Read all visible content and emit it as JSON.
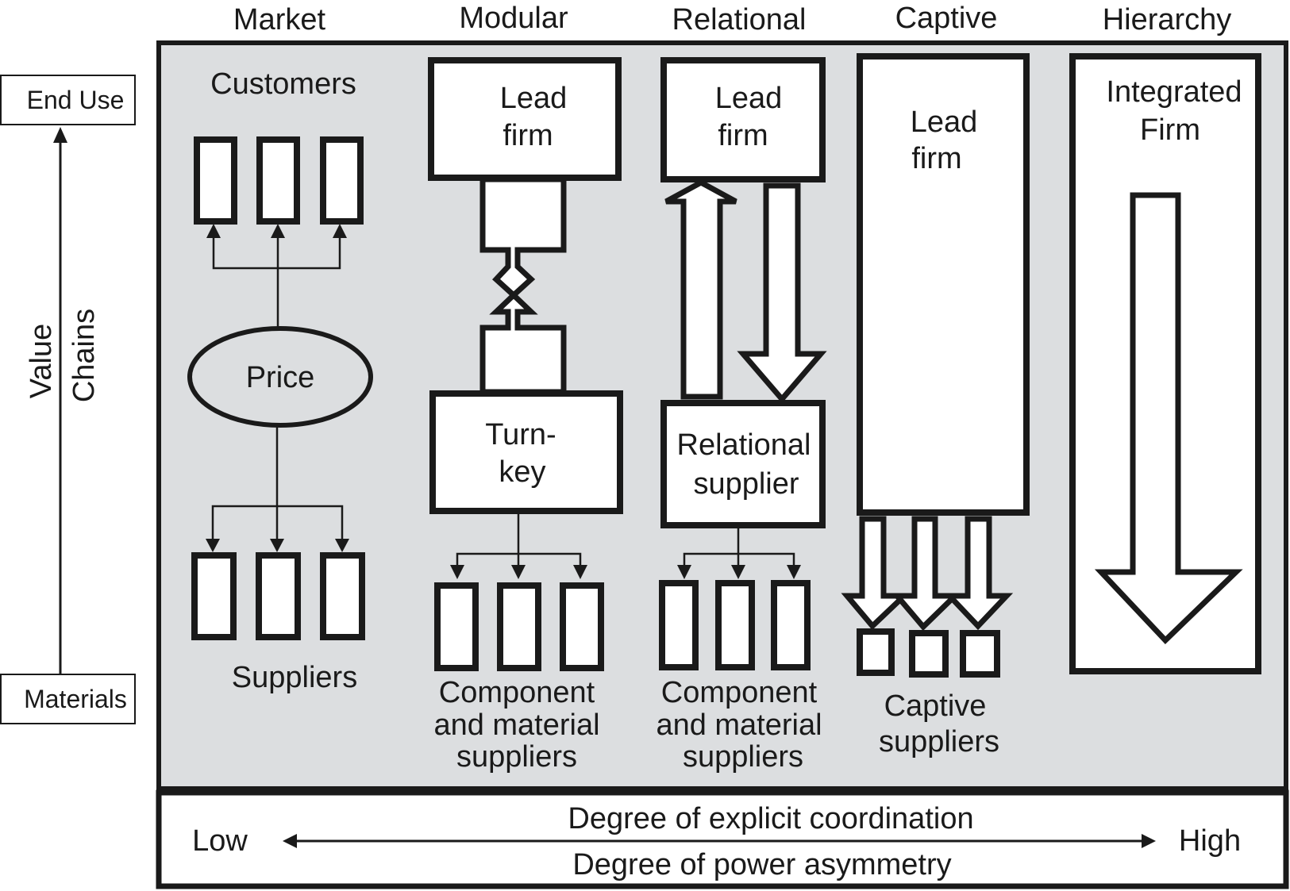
{
  "headers": {
    "market": "Market",
    "modular": "Modular",
    "relational": "Relational",
    "captive": "Captive",
    "hierarchy": "Hierarchy"
  },
  "axis": {
    "end_use": "End Use",
    "materials": "Materials",
    "value": "Value",
    "chains": "Chains"
  },
  "market": {
    "customers": "Customers",
    "price": "Price",
    "suppliers": "Suppliers"
  },
  "modular": {
    "lead_firm_line1": "Lead",
    "lead_firm_line2": "firm",
    "turnkey_line1": "Turn-",
    "turnkey_line2": "key",
    "suppliers_line1": "Component",
    "suppliers_line2": "and material",
    "suppliers_line3": "suppliers"
  },
  "relational": {
    "lead_firm_line1": "Lead",
    "lead_firm_line2": "firm",
    "supplier_line1": "Relational",
    "supplier_line2": "supplier",
    "suppliers_line1": "Component",
    "suppliers_line2": "and material",
    "suppliers_line3": "suppliers"
  },
  "captive": {
    "lead_firm_line1": "Lead",
    "lead_firm_line2": "firm",
    "suppliers_line1": "Captive",
    "suppliers_line2": "suppliers"
  },
  "hierarchy": {
    "firm_line1": "Integrated",
    "firm_line2": "Firm"
  },
  "scale": {
    "low": "Low",
    "high": "High",
    "top_label": "Degree of explicit coordination",
    "bottom_label": "Degree of power asymmetry"
  }
}
